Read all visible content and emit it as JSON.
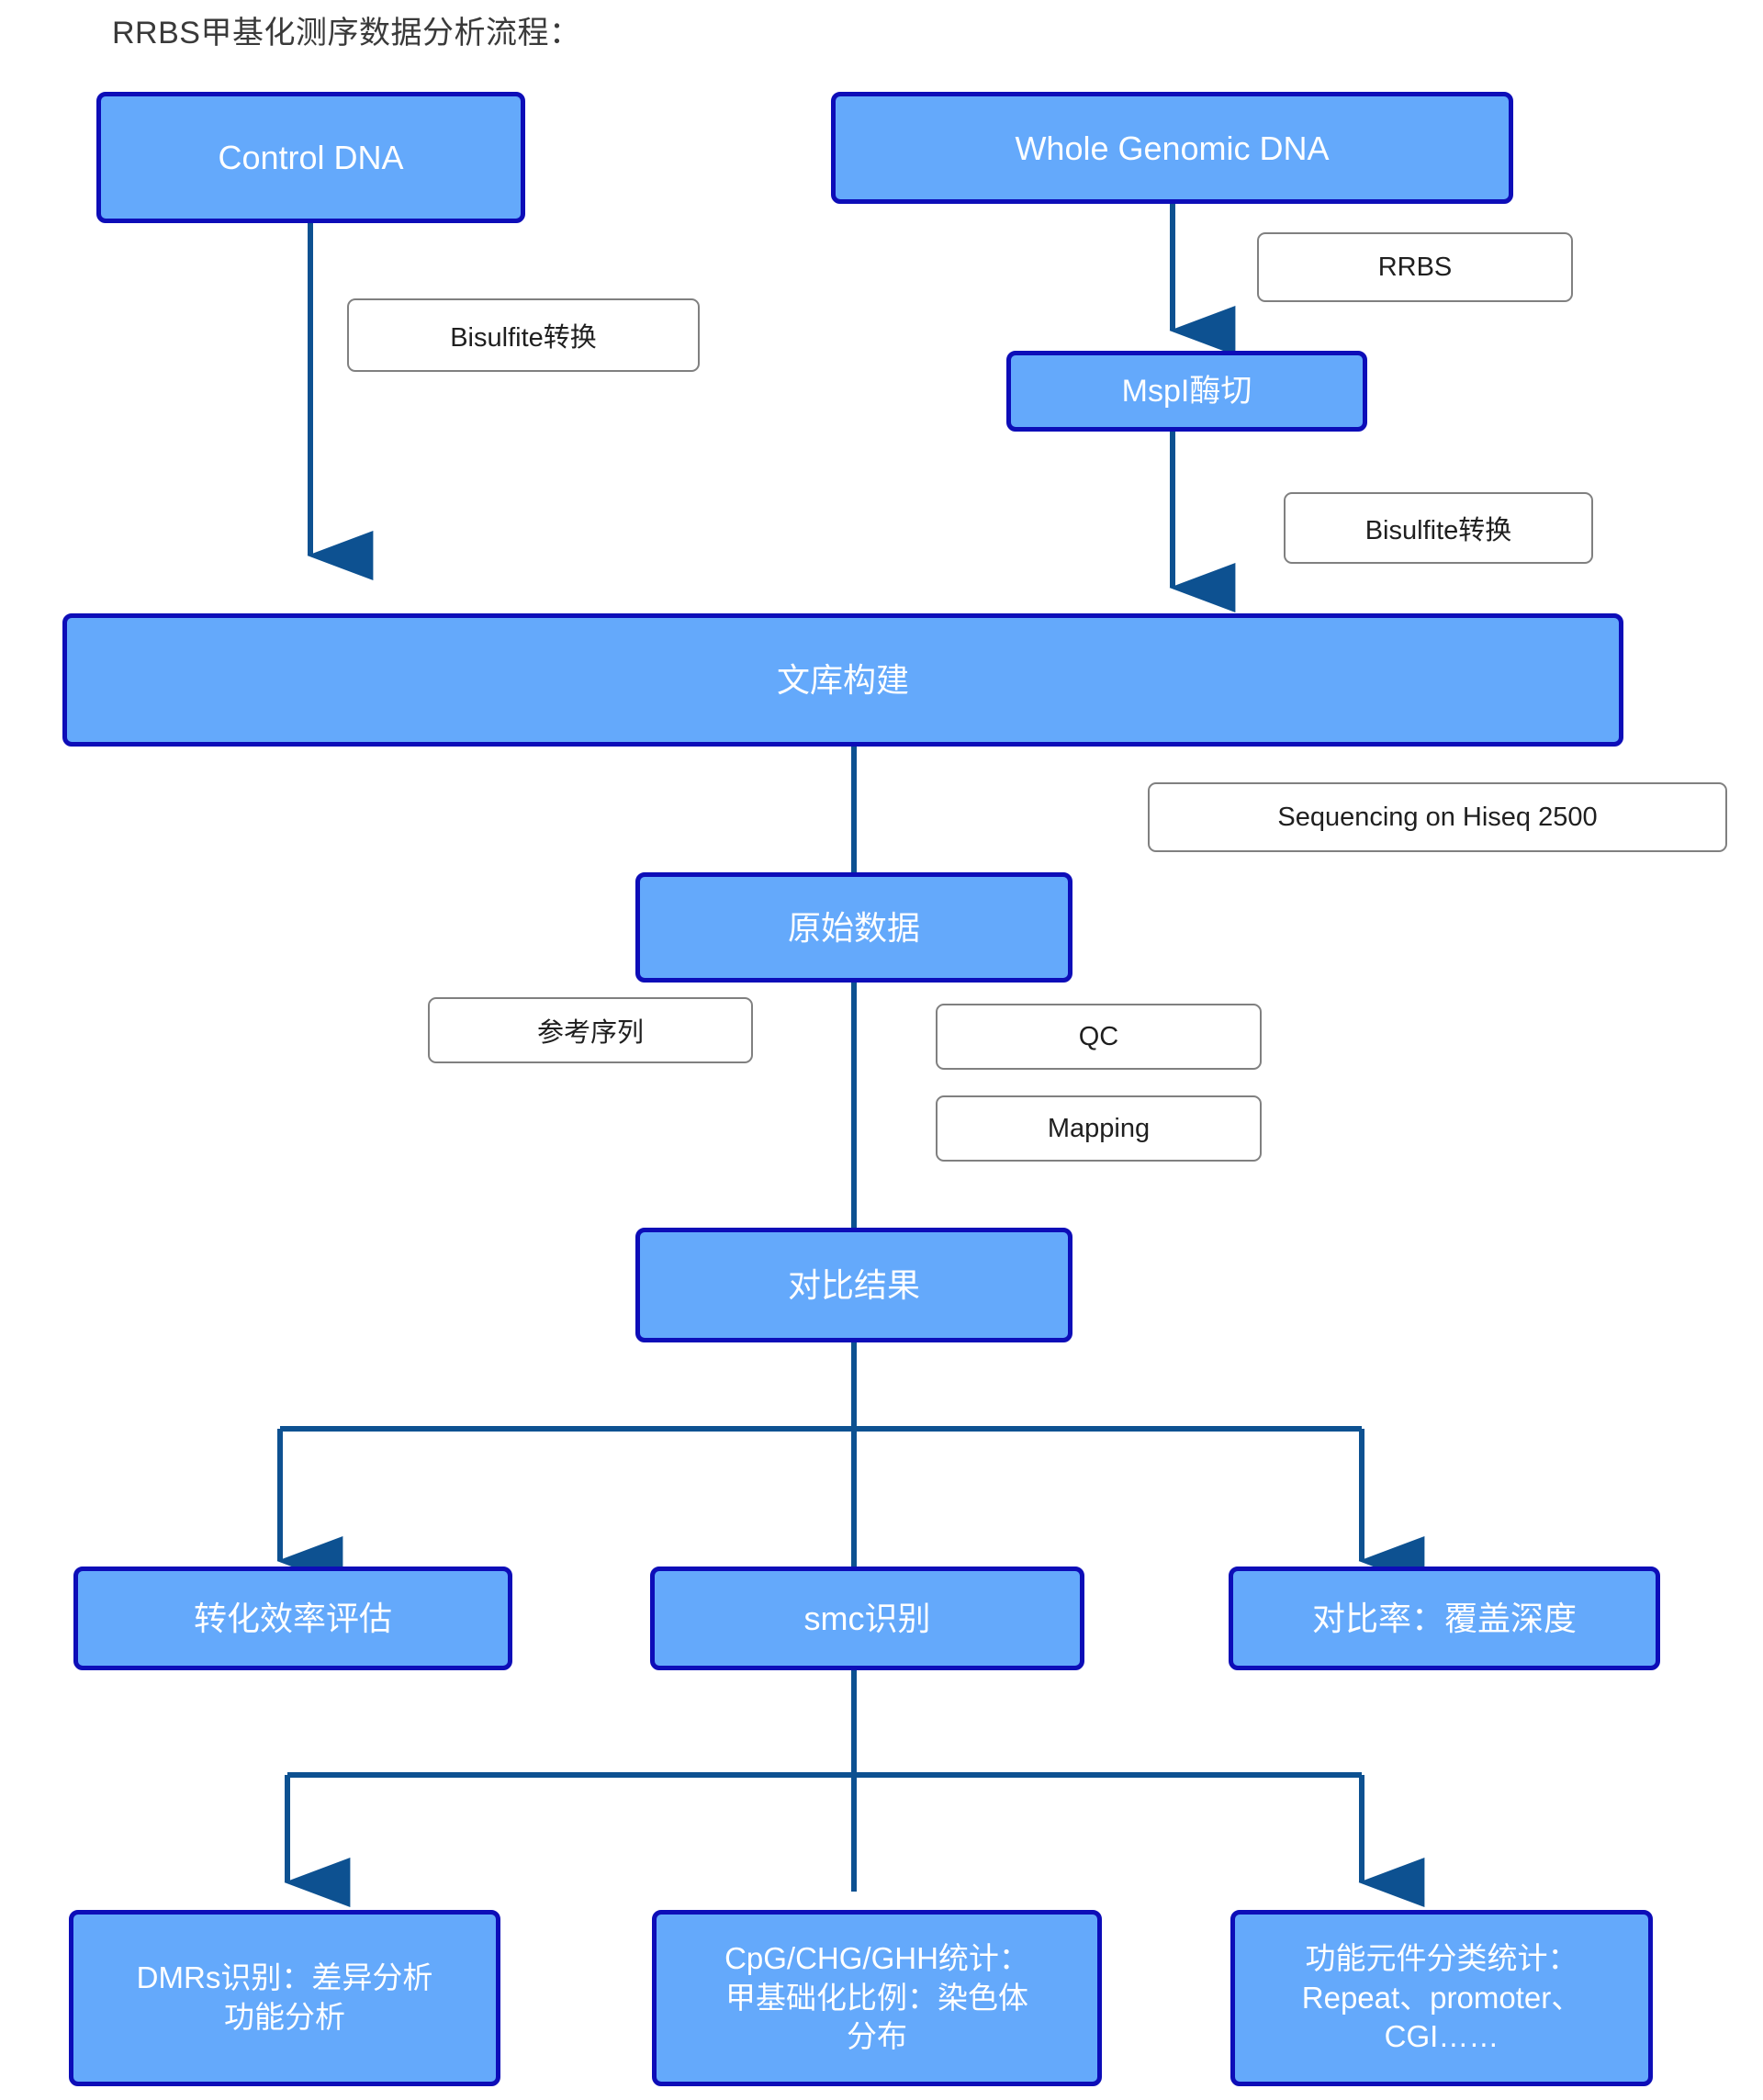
{
  "page": {
    "title": "RRBS甲基化测序数据分析流程：",
    "bg_color": "#ffffff"
  },
  "colors": {
    "node_fill": "#64a9fb",
    "node_border": "#0d0db8",
    "node_text": "#ffffff",
    "label_fill": "#ffffff",
    "label_border": "#808080",
    "label_text": "#1f1f1f",
    "edge": "#0d5191",
    "title_text": "#3a3a3a"
  },
  "nodes": {
    "control_dna": "Control DNA",
    "whole_genomic_dna": "Whole Genomic DNA",
    "mspl": "MspI酶切",
    "library": "文库构建",
    "raw_data": "原始数据",
    "align_result": "对比结果",
    "conversion_eff": "转化效率评估",
    "smc": "smc识别",
    "align_rate": "对比率：覆盖深度",
    "dmrs_line1": "DMRs识别：差异分析",
    "dmrs_line2": "功能分析",
    "cpg_line1": "CpG/CHG/GHH统计：",
    "cpg_line2": "甲基础化比例：染色体",
    "cpg_line3": "分布",
    "func_line1": "功能元件分类统计：",
    "func_line2": "Repeat、promoter、",
    "func_line3": "CGI……"
  },
  "labels": {
    "bisulfite_left": "Bisulfite转换",
    "rrbs": "RRBS",
    "bisulfite_right": "Bisulfite转换",
    "sequencing": "Sequencing on Hiseq 2500",
    "reference": "参考序列",
    "qc": "QC",
    "mapping": "Mapping"
  },
  "chart_data": {
    "type": "diagram",
    "title": "RRBS甲基化测序数据分析流程：",
    "nodes": [
      {
        "id": "control_dna",
        "label": "Control DNA",
        "kind": "process"
      },
      {
        "id": "whole_genomic_dna",
        "label": "Whole Genomic DNA",
        "kind": "process"
      },
      {
        "id": "mspl",
        "label": "MspI酶切",
        "kind": "process"
      },
      {
        "id": "library",
        "label": "文库构建",
        "kind": "process"
      },
      {
        "id": "raw_data",
        "label": "原始数据",
        "kind": "process"
      },
      {
        "id": "align_result",
        "label": "对比结果",
        "kind": "process"
      },
      {
        "id": "conversion_eff",
        "label": "转化效率评估",
        "kind": "process"
      },
      {
        "id": "smc",
        "label": "smc识别",
        "kind": "process"
      },
      {
        "id": "align_rate",
        "label": "对比率：覆盖深度",
        "kind": "process"
      },
      {
        "id": "dmrs",
        "label": "DMRs识别：差异分析 功能分析",
        "kind": "process"
      },
      {
        "id": "cpg",
        "label": "CpG/CHG/GHH统计：甲基础化比例：染色体分布",
        "kind": "process"
      },
      {
        "id": "func_elements",
        "label": "功能元件分类统计：Repeat、promoter、CGI……",
        "kind": "process"
      }
    ],
    "edges": [
      {
        "from": "control_dna",
        "to": "library",
        "label": "Bisulfite转换"
      },
      {
        "from": "whole_genomic_dna",
        "to": "mspl",
        "label": "RRBS"
      },
      {
        "from": "mspl",
        "to": "library",
        "label": "Bisulfite转换"
      },
      {
        "from": "library",
        "to": "raw_data",
        "label": "Sequencing on Hiseq 2500"
      },
      {
        "from": "raw_data",
        "to": "align_result",
        "label": "参考序列 / QC / Mapping"
      },
      {
        "from": "align_result",
        "to": "conversion_eff",
        "label": ""
      },
      {
        "from": "align_result",
        "to": "smc",
        "label": ""
      },
      {
        "from": "align_result",
        "to": "align_rate",
        "label": ""
      },
      {
        "from": "smc",
        "to": "dmrs",
        "label": ""
      },
      {
        "from": "smc",
        "to": "cpg",
        "label": ""
      },
      {
        "from": "smc",
        "to": "func_elements",
        "label": ""
      }
    ]
  }
}
